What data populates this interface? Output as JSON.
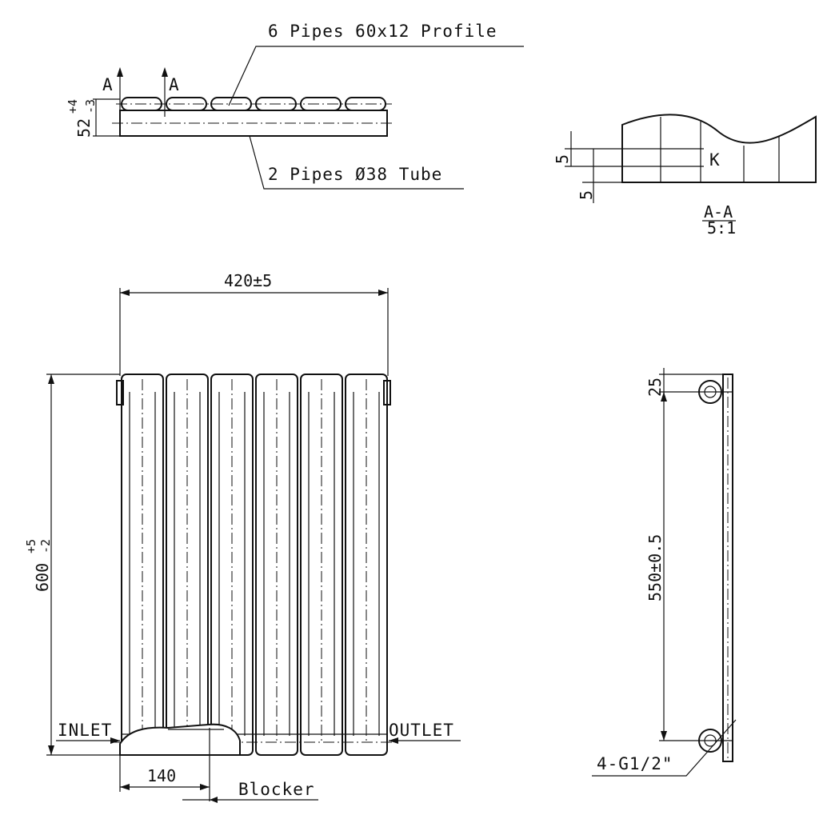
{
  "top_view": {
    "profile_note": "6 Pipes 60x12 Profile",
    "tube_note": "2 Pipes Ø38 Tube",
    "section_marker_left": "A",
    "section_marker_right": "A",
    "depth_dim": "52",
    "depth_tol_upper": "+4",
    "depth_tol_lower": "-3"
  },
  "section_detail": {
    "label_k": "K",
    "dim_a": "5",
    "dim_b": "5",
    "title": "A-A",
    "scale": "5:1"
  },
  "front_view": {
    "width_dim": "420±5",
    "height_dim": "600",
    "height_tol_upper": "+5",
    "height_tol_lower": "-2",
    "inlet": "INLET",
    "outlet": "OUTLET",
    "offset_dim": "140",
    "blocker": "Blocker"
  },
  "side_view": {
    "top_offset": "25",
    "centers_dim": "550±0.5",
    "thread_note": "4-G1/2\""
  }
}
